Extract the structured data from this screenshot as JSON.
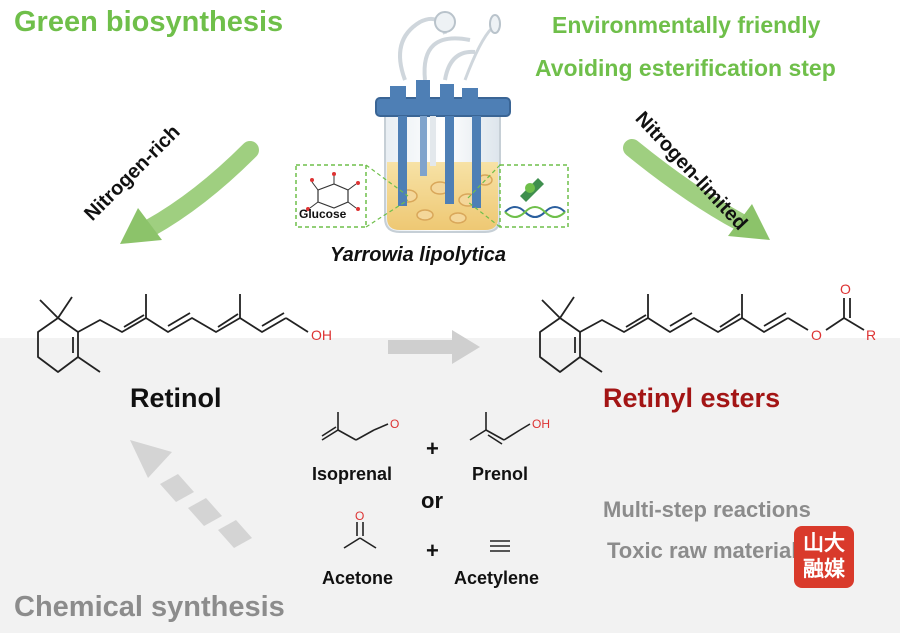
{
  "header": {
    "green_title": "Green biosynthesis",
    "advantage_1": "Environmentally friendly",
    "advantage_2": "Avoiding esterification step"
  },
  "bioreactor": {
    "organism": "Yarrowia lipolytica",
    "substrate_label": "Glucose"
  },
  "arrows": {
    "left_label": "Nitrogen-rich",
    "right_label": "Nitrogen-limited"
  },
  "products": {
    "retinol": "Retinol",
    "retinyl_esters": "Retinyl esters",
    "retinol_oh": "OH",
    "ester_o1": "O",
    "ester_o2": "O",
    "ester_r": "R"
  },
  "chemical": {
    "title": "Chemical synthesis",
    "route1_a": "Isoprenal",
    "route1_b": "Prenol",
    "or": "or",
    "route2_a": "Acetone",
    "route2_b": "Acetylene",
    "plus": "+",
    "isoprenal_o": "O",
    "prenol_oh": "OH",
    "acetone_o": "O",
    "disadvantage_1": "Multi-step reactions",
    "disadvantage_2": "Toxic raw materials"
  },
  "watermark": {
    "line1": "山大",
    "line2": "融媒"
  },
  "colors": {
    "green": "#6fbf4a",
    "gray": "#8c8c8c",
    "ester_red": "#a31515",
    "reactor_blue": "#4e7fb5"
  }
}
